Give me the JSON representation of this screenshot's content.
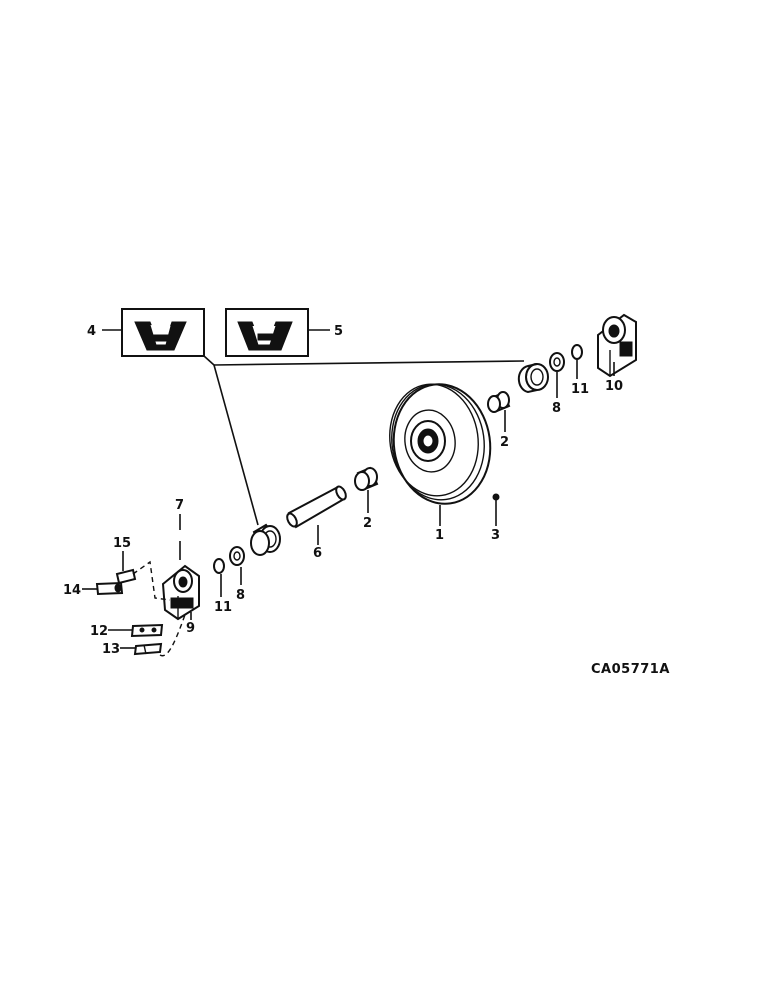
{
  "diagram": {
    "reference_code": "CA05771A",
    "callouts": {
      "c1": "1",
      "c2a": "2",
      "c2b": "2",
      "c3": "3",
      "c4": "4",
      "c5": "5",
      "c6": "6",
      "c7": "7",
      "c8a": "8",
      "c8b": "8",
      "c9": "9",
      "c10": "10",
      "c11a": "11",
      "c11b": "11",
      "c12": "12",
      "c13": "13",
      "c14": "14",
      "c15": "15"
    }
  }
}
